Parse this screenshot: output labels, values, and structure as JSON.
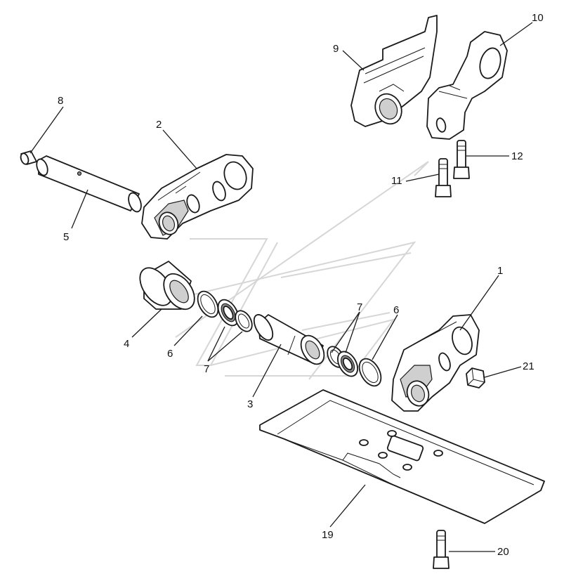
{
  "callouts": {
    "c1": "1",
    "c2": "2",
    "c3": "3",
    "c4": "4",
    "c5": "5",
    "c6a": "6",
    "c6b": "6",
    "c7a": "7",
    "c7b": "7",
    "c8": "8",
    "c9": "9",
    "c10": "10",
    "c11": "11",
    "c12": "12",
    "c19": "19",
    "c20": "20",
    "c21": "21"
  }
}
